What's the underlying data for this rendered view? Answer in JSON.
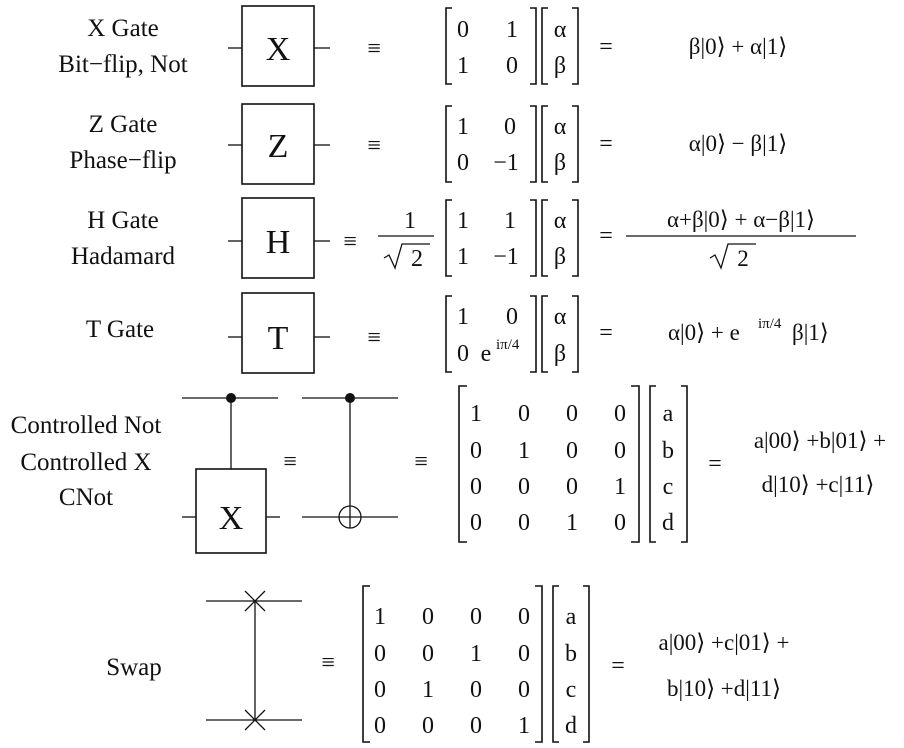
{
  "rows": [
    {
      "id": "x",
      "label_lines": [
        "X Gate",
        "Bit−flip, Not"
      ],
      "gate_symbol": "X",
      "equiv": "≡",
      "matrix": [
        [
          "0",
          "1"
        ],
        [
          "1",
          "0"
        ]
      ],
      "vector": [
        "α",
        "β"
      ],
      "equals": "=",
      "result": "β|0⟩ + α|1⟩"
    },
    {
      "id": "z",
      "label_lines": [
        "Z Gate",
        "Phase−flip"
      ],
      "gate_symbol": "Z",
      "equiv": "≡",
      "matrix": [
        [
          "1",
          "0"
        ],
        [
          "0",
          "−1"
        ]
      ],
      "vector": [
        "α",
        "β"
      ],
      "equals": "=",
      "result": "α|0⟩ − β|1⟩"
    },
    {
      "id": "h",
      "label_lines": [
        "H Gate",
        "Hadamard"
      ],
      "gate_symbol": "H",
      "equiv": "≡",
      "prefactor_num": "1",
      "prefactor_den": "2",
      "matrix": [
        [
          "1",
          "1"
        ],
        [
          "1",
          "−1"
        ]
      ],
      "vector": [
        "α",
        "β"
      ],
      "equals": "=",
      "result_num": "α+β|0⟩ + α−β|1⟩",
      "result_den": "2"
    },
    {
      "id": "t",
      "label_lines": [
        "T Gate"
      ],
      "gate_symbol": "T",
      "equiv": "≡",
      "matrix": [
        [
          "1",
          "0"
        ],
        [
          "0",
          "e"
        ]
      ],
      "matrix_sup": "iπ/4",
      "vector": [
        "α",
        "β"
      ],
      "equals": "=",
      "result_a": "α|0⟩ + e",
      "result_sup": "iπ/4",
      "result_b": "β|1⟩"
    }
  ],
  "cnot": {
    "label_lines": [
      "Controlled Not",
      "Controlled X",
      "CNot"
    ],
    "gate_symbol": "X",
    "equiv": "≡",
    "matrix": [
      [
        "1",
        "0",
        "0",
        "0"
      ],
      [
        "0",
        "1",
        "0",
        "0"
      ],
      [
        "0",
        "0",
        "0",
        "1"
      ],
      [
        "0",
        "0",
        "1",
        "0"
      ]
    ],
    "vector": [
      "a",
      "b",
      "c",
      "d"
    ],
    "equals": "=",
    "result_lines": [
      "a|00⟩ +b|01⟩ +",
      "d|10⟩ +c|11⟩"
    ]
  },
  "swap": {
    "label": "Swap",
    "equiv": "≡",
    "matrix": [
      [
        "1",
        "0",
        "0",
        "0"
      ],
      [
        "0",
        "0",
        "1",
        "0"
      ],
      [
        "0",
        "1",
        "0",
        "0"
      ],
      [
        "0",
        "0",
        "0",
        "1"
      ]
    ],
    "vector": [
      "a",
      "b",
      "c",
      "d"
    ],
    "equals": "=",
    "result_lines": [
      "a|00⟩ +c|01⟩ +",
      "b|10⟩ +d|11⟩"
    ]
  }
}
